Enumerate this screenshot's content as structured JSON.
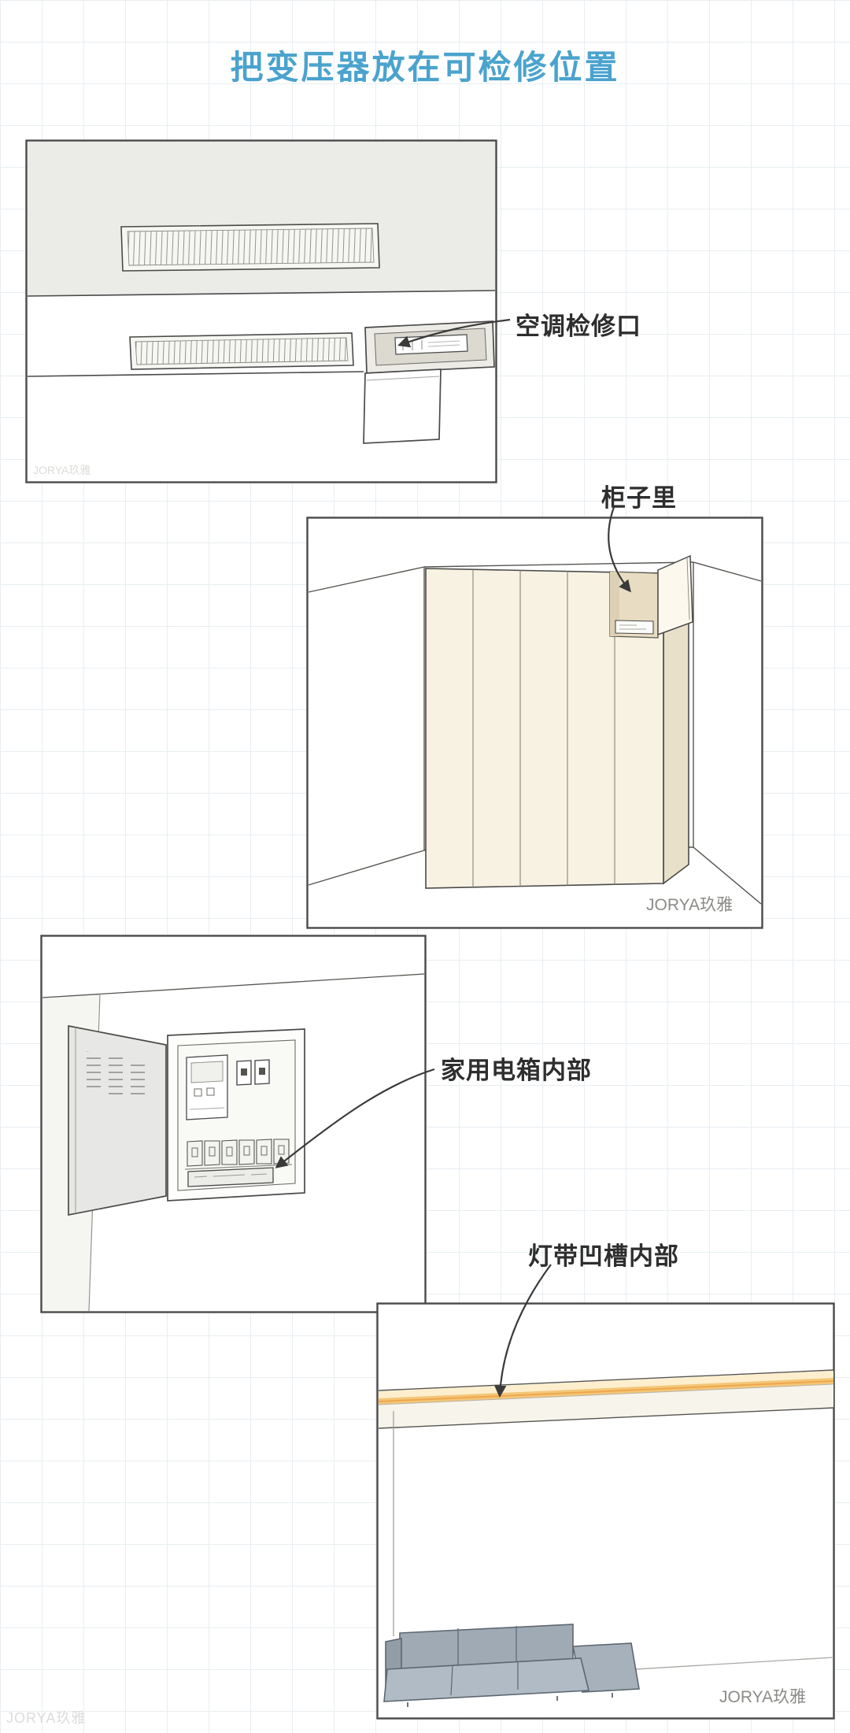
{
  "title": {
    "text": "把变压器放在可检修位置",
    "color": "#4aa3cd"
  },
  "annotations": {
    "ac_access": "空调检修口",
    "cabinet": "柜子里",
    "electrical_box": "家用电箱内部",
    "light_cove": "灯带凹槽内部"
  },
  "watermarks": {
    "brand": "JORYA玖雅",
    "faint": "JORYA玖雅"
  },
  "colors": {
    "title_blue": "#4aa3cd",
    "outline": "#4a4a4a",
    "ceiling_gray": "#ebebe8",
    "wardrobe_cream": "#f8f2e2",
    "led_strip_warm": "#f4c678",
    "sofa_gray": "#a8b2bc",
    "watermark_gray": "#8b8b88",
    "grid_line": "#e8eef1"
  }
}
